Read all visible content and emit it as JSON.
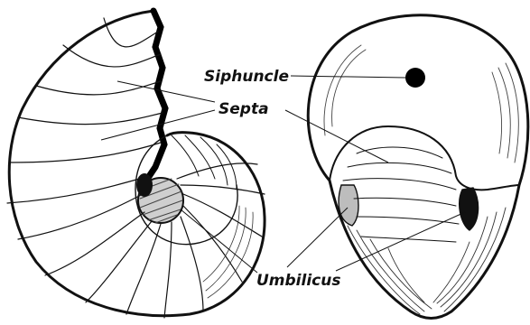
{
  "labels": {
    "siphuncle": "Siphuncle",
    "septa": "Septa",
    "umbilicus": "Umbilicus"
  },
  "colors": {
    "ink": "#111111",
    "paper": "#ffffff"
  }
}
